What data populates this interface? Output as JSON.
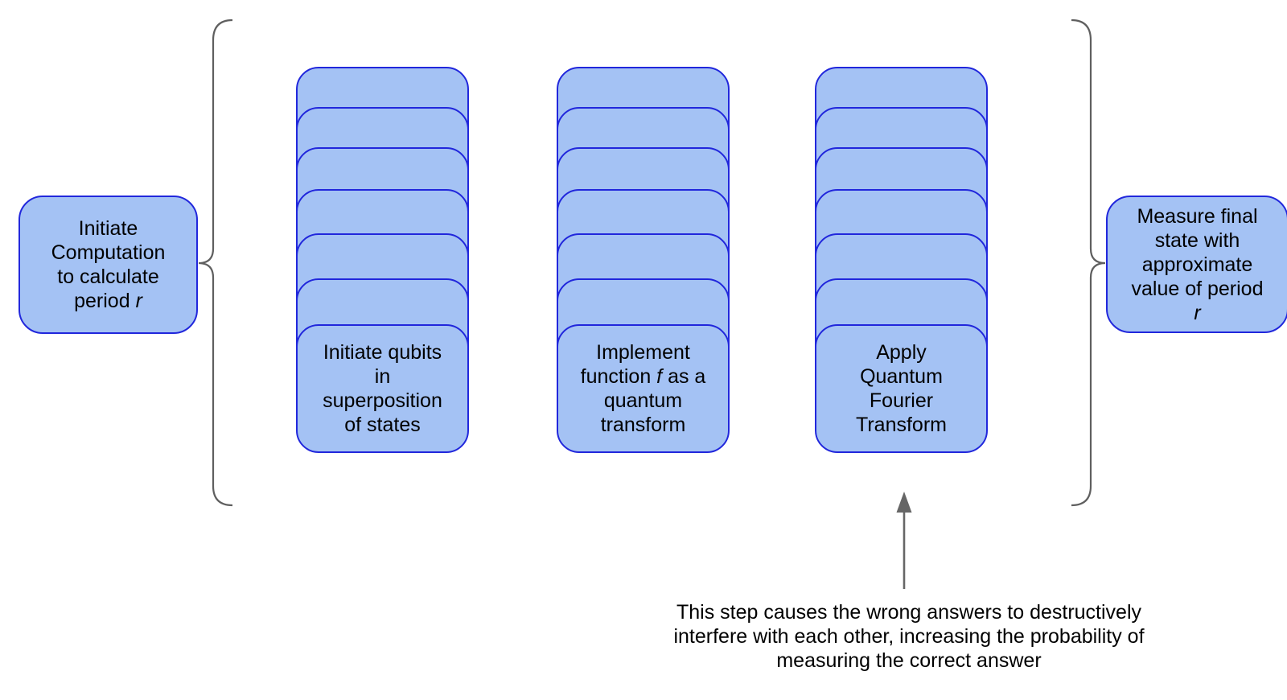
{
  "palette": {
    "fill": "#a4c2f4",
    "stroke": "#2127dc",
    "brace": "#5f5f5f",
    "arrow": "#666666",
    "text": "#000000"
  },
  "left_box": {
    "line1": "Initiate",
    "line2": "Computation",
    "line3": "to calculate",
    "line4_pre": "period ",
    "line4_var": "r"
  },
  "stacks": {
    "stack1": {
      "line1": "Initiate qubits",
      "line2": "in",
      "line3": "superposition",
      "line4": "of states"
    },
    "stack2": {
      "line1": "Implement",
      "line2_pre": "function ",
      "line2_var": "f",
      "line2_post": " as a",
      "line3": "quantum",
      "line4": "transform"
    },
    "stack3": {
      "line1": "Apply",
      "line2": "Quantum",
      "line3": "Fourier",
      "line4": "Transform"
    }
  },
  "right_box": {
    "line1": "Measure final",
    "line2": "state with",
    "line3": "approximate",
    "line4": "value of period",
    "line5_var": "r"
  },
  "annotation": {
    "line1": "This step causes the wrong answers to destructively",
    "line2": "interfere with each other, increasing the probability of",
    "line3": "measuring the correct answer"
  }
}
